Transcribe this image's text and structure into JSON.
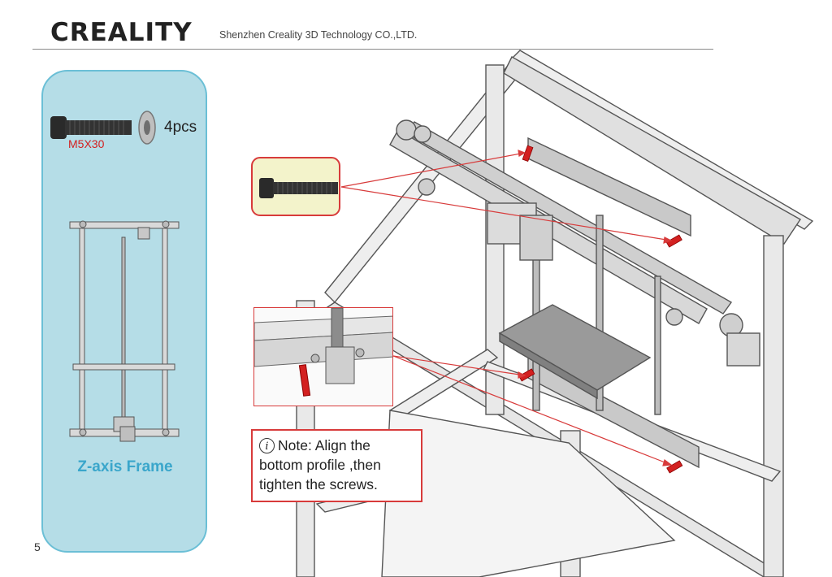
{
  "header": {
    "logo_text": "CREALITY",
    "company": "Shenzhen Creality 3D Technology CO.,LTD."
  },
  "parts_panel": {
    "screw_label": "M5X30",
    "quantity": "4pcs",
    "frame_caption": "Z-axis Frame"
  },
  "note": {
    "icon": "info-icon",
    "text": "Note:   Align the bottom profile ,then tighten the screws."
  },
  "page_number": "5",
  "colors": {
    "panel_fill": "#b5dde7",
    "panel_border": "#6bbfd6",
    "caption_blue": "#3aa6cb",
    "accent_red": "#d83b3b",
    "screw_red": "#d32020"
  }
}
